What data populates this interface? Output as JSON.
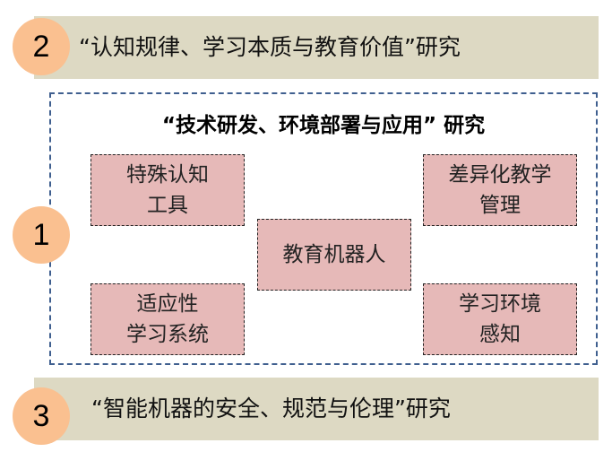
{
  "sections": [
    {
      "number": "2",
      "label": "“认知规律、学习本质与教育价值”研究"
    },
    {
      "number": "1",
      "title": "“技术研发、环境部署与应用” 研究",
      "items": [
        "特殊认知\n工具",
        "差异化教学\n管理",
        "教育机器人",
        "适应性\n学习系统",
        "学习环境\n感知"
      ]
    },
    {
      "number": "3",
      "label": "“智能机器的安全、规范与伦理”研究"
    }
  ],
  "colors": {
    "band": "#ddd9c3",
    "circle": "#fac090",
    "box": "#e6b9b8",
    "border": "#3f5f8f"
  }
}
